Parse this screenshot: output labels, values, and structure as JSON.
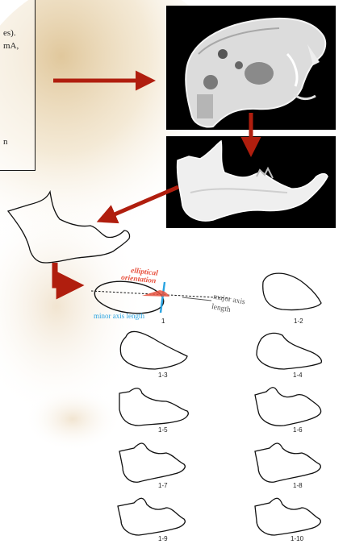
{
  "caption": {
    "lines": [
      "es).",
      "mA,",
      "n"
    ]
  },
  "diagram": {
    "annotations": {
      "elliptical": "elliptical",
      "orientation": "orientation",
      "major_axis": "major axis",
      "length": "length",
      "minor_axis_length": "minor axis length"
    },
    "labels": [
      "1",
      "1-2",
      "1-3",
      "1-4",
      "1-5",
      "1-6",
      "1-7",
      "1-8",
      "1-9",
      "1-10"
    ]
  },
  "colors": {
    "arrow": "#b01e0e",
    "minor_axis": "#29a3e0",
    "orientation": "#e8523f",
    "panel_bg": "#000000"
  }
}
